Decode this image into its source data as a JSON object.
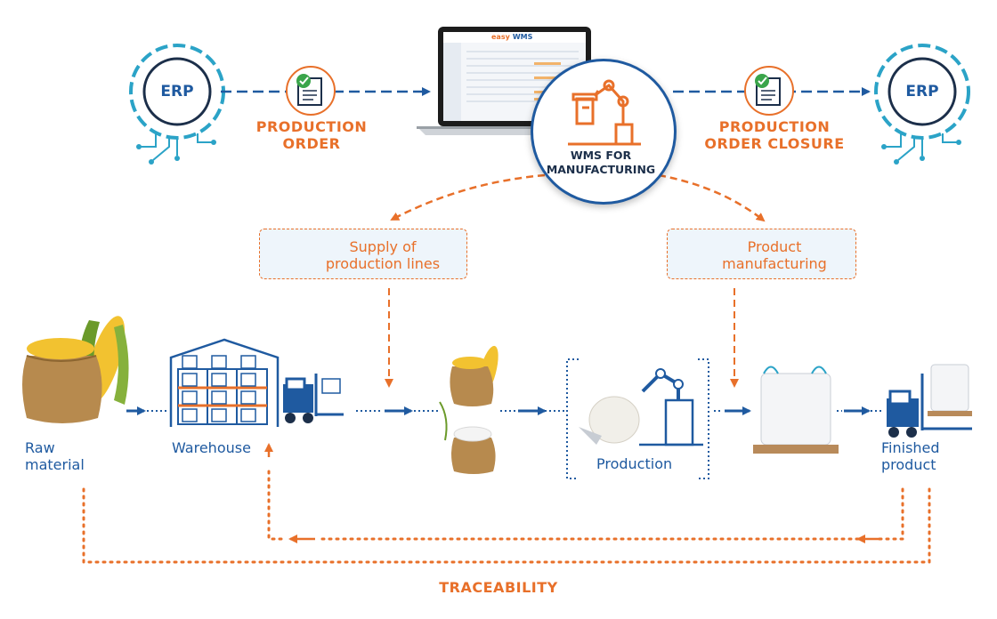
{
  "erp_left": {
    "label": "ERP"
  },
  "erp_right": {
    "label": "ERP"
  },
  "production_order": {
    "line1": "PRODUCTION",
    "line2": "ORDER"
  },
  "production_order_closure": {
    "line1": "PRODUCTION",
    "line2": "ORDER CLOSURE"
  },
  "laptop": {
    "brand_left": "easy",
    "brand_right": "WMS"
  },
  "wms_hub": {
    "line1": "WMS FOR",
    "line2": "MANUFACTURING"
  },
  "supply_box": {
    "line1": "Supply of",
    "line2": "production lines"
  },
  "manufacturing_box": {
    "line1": "Product",
    "line2": "manufacturing"
  },
  "flow": {
    "raw_material": {
      "line1": "Raw",
      "line2": "material"
    },
    "warehouse": "Warehouse",
    "production": "Production",
    "finished_product": {
      "line1": "Finished",
      "line2": "product"
    }
  },
  "traceability": "TRACEABILITY",
  "colors": {
    "blue": "#1f5aa0",
    "orange": "#e8702a",
    "teal": "#2ba3c7",
    "green": "#3aa54a",
    "sack": "#b78a4e"
  }
}
